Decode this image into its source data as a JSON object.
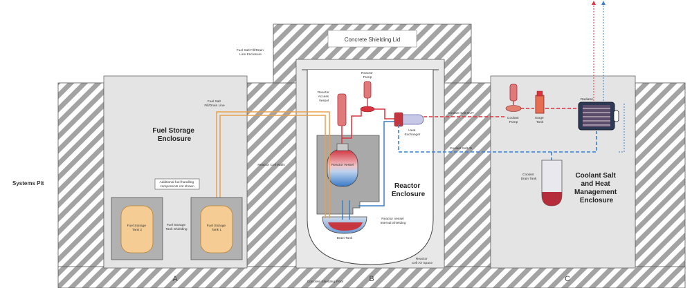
{
  "labels": {
    "systems_pit": "Systems Pit",
    "concrete_lid": "Concrete Shielding Lid",
    "lid_enclosure_1": "Fuel Salt Fill/Drain",
    "lid_enclosure_2": "Line Enclosure",
    "fuel_line_1": "Fuel Salt",
    "fuel_line_2": "Fill/Drain Line",
    "fuel_storage_1": "Fuel Storage",
    "fuel_storage_2": "Enclosure",
    "note_1": "Additional fuel handling",
    "note_2": "components not shown",
    "tank2_1": "Fuel Storage",
    "tank2_2": "Tank 2",
    "tank1_1": "Fuel Storage",
    "tank1_2": "Tank 1",
    "tank_shield_1": "Fuel Storage",
    "tank_shield_2": "Tank Shielding",
    "cell_walls": "Reactor Cell Walls",
    "access_vessel_1": "Reactor",
    "access_vessel_2": "Access",
    "access_vessel_3": "Vessel",
    "reactor_pump_1": "Reactor",
    "reactor_pump_2": "Pump",
    "reactor_vessel": "Reactor Vessel",
    "heat_exchanger_1": "Heat",
    "heat_exchanger_2": "Exchanger",
    "reactor_enclosure_1": "Reactor",
    "reactor_enclosure_2": "Enclosure",
    "vessel_shield_1": "Reactor Vessel",
    "vessel_shield_2": "Internal Shielding",
    "drain_tank": "Drain Tank",
    "cell_air_1": "Reactor",
    "cell_air_2": "Cell Air Space",
    "coolant_out": "Coolant Salt OUT",
    "coolant_in": "Coolant Salt IN",
    "coolant_pump_1": "Coolant",
    "coolant_pump_2": "Pump",
    "surge_tank_1": "Surge",
    "surge_tank_2": "Tank",
    "radiator": "Radiator",
    "coolant_drain_1": "Coolant",
    "coolant_drain_2": "Drain Tank",
    "coolant_enclosure_1": "Coolant Salt",
    "coolant_enclosure_2": "and Heat",
    "coolant_enclosure_3": "Management",
    "coolant_enclosure_4": "Enclosure",
    "concrete_floor": "Concrete Shielding Floor",
    "section_a": "A",
    "section_b": "B",
    "section_c": "C"
  },
  "colors": {
    "hatch": "#9a9a9a",
    "enclosure_fill": "#e4e4e4",
    "fuel_line": "#e8a04c",
    "tank_fill": "#f5cd94",
    "hot_salt": "#d9343e",
    "cold_salt": "#3b7fc8",
    "vessel_fill": "#a9a9a9"
  }
}
